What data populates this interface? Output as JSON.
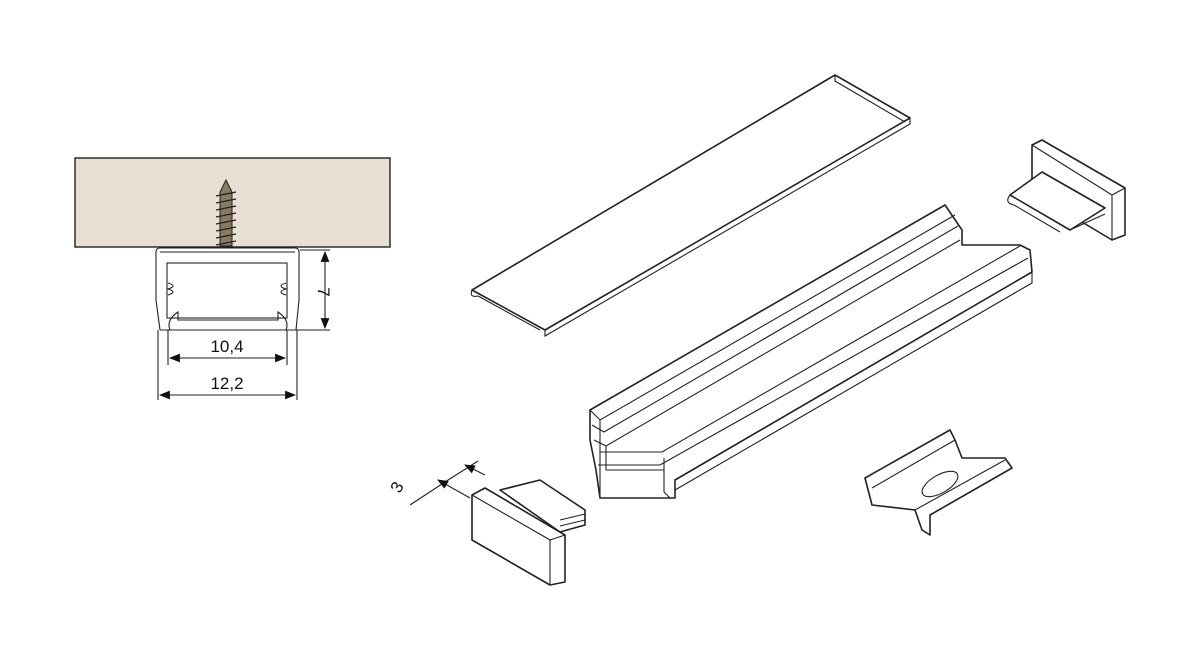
{
  "colors": {
    "mounting_surface": "#e6dfd2",
    "line": "#222222"
  },
  "cross_section": {
    "inner_width_label": "10,4",
    "outer_width_label": "12,2",
    "height_label": "7"
  },
  "end_cap": {
    "thickness_label": "3"
  }
}
